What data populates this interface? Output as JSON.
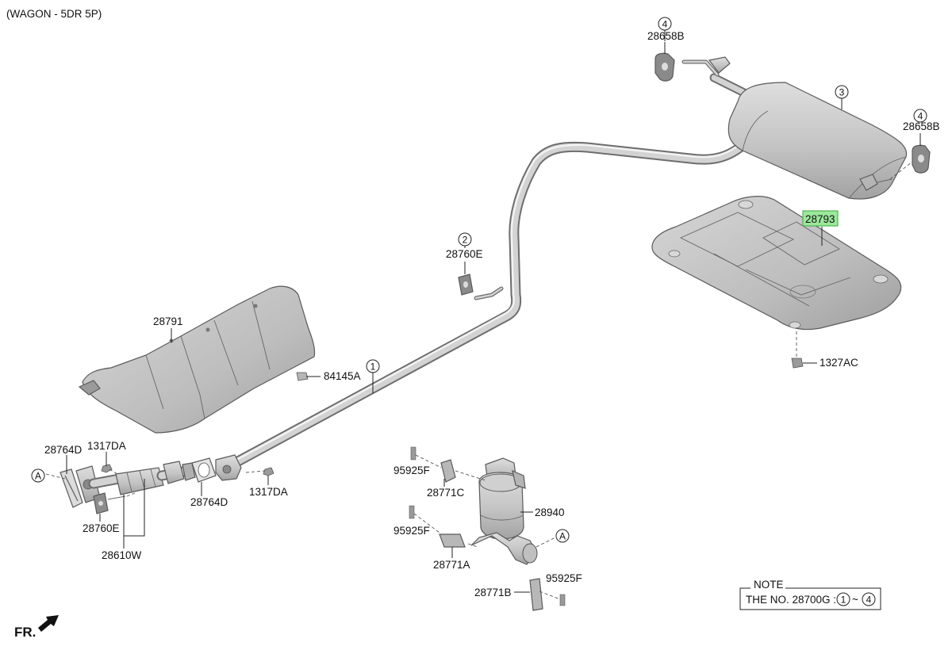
{
  "title": "(WAGON - 5DR 5P)",
  "direction_label": "FR.",
  "labels": {
    "p28658b_top": "28658B",
    "p28658b_right": "28658B",
    "p28760e_hanger": "28760E",
    "p28793": "28793",
    "p1327ac": "1327AC",
    "p28791": "28791",
    "p84145a": "84145A",
    "p28764d_left": "28764D",
    "p1317da_left": "1317DA",
    "p28760e_front": "28760E",
    "p28610w": "28610W",
    "p28764d_mid": "28764D",
    "p1317da_mid": "1317DA",
    "p95925f_1": "95925F",
    "p28771c": "28771C",
    "p28940": "28940",
    "p95925f_2": "95925F",
    "p28771a": "28771A",
    "p95925f_3": "95925F",
    "p28771b": "28771B"
  },
  "ref_numbers": {
    "r4_top": "4",
    "r3": "3",
    "r4_right": "4",
    "r2": "2",
    "r1": "1",
    "ra_left": "A",
    "ra_right": "A"
  },
  "note": {
    "heading": "NOTE",
    "text": "THE NO. 28700G :",
    "range_start": "1",
    "range_sep": "~",
    "range_end": "4"
  },
  "colors": {
    "highlight": "#9be89b",
    "part_fill": "#c8c8c8",
    "part_shadow": "#a9a9a9"
  }
}
